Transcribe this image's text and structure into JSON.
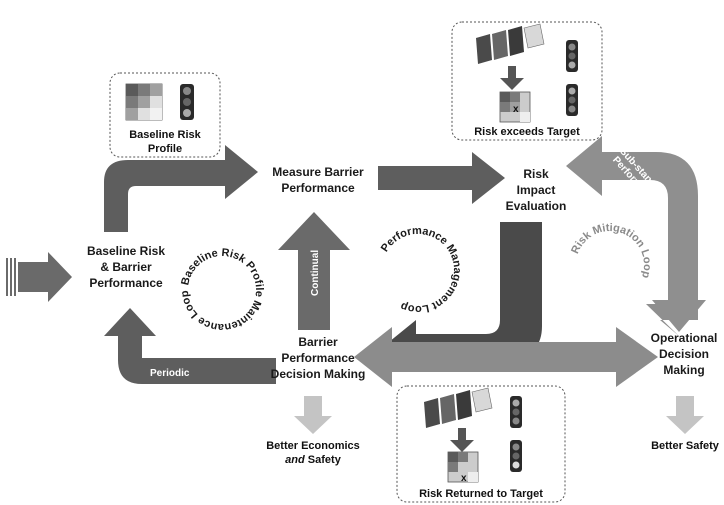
{
  "nodes": {
    "baseline": [
      "Baseline Risk",
      "& Barrier",
      "Performance"
    ],
    "measure": [
      "Measure Barrier",
      "Performance"
    ],
    "risk_eval": [
      "Risk",
      "Impact",
      "Evaluation"
    ],
    "operational": [
      "Operational",
      "Decision",
      "Making"
    ],
    "barrier_decision": [
      "Barrier",
      "Performance",
      "Decision Making"
    ]
  },
  "boxes": {
    "baseline_profile": [
      "Baseline Risk",
      "Profile"
    ],
    "exceeds": "Risk exceeds Target",
    "returned": "Risk Returned to Target"
  },
  "arrow_labels": {
    "continual": "Continual",
    "periodic": "Periodic",
    "substandard": [
      "Sub-standard",
      "Performance"
    ]
  },
  "loops": {
    "maintenance": "Baseline Risk Profile Maintenance Loop",
    "management": "Performance Management Loop",
    "mitigation": "Risk Mitigation Loop"
  },
  "outcomes": {
    "economics_line1": "Better Economics",
    "economics_and": "and",
    "economics_safety": " Safety",
    "safety": "Better Safety"
  },
  "colors": {
    "dark_arrow": "#5a5a5a",
    "mid_arrow": "#7a7a7a",
    "light_arrow": "#9a9a9a",
    "pale_arrow": "#bdbdbd"
  }
}
